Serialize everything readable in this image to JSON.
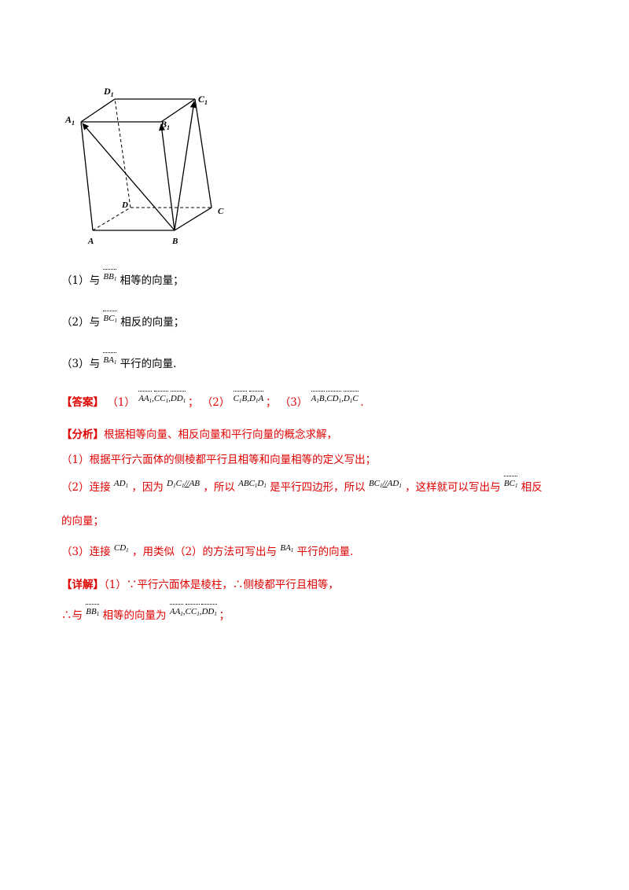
{
  "figure": {
    "labels": {
      "A": "A",
      "B": "B",
      "C": "C",
      "D": "D",
      "A1": "A",
      "B1": "B",
      "C1": "C",
      "D1": "D",
      "sub": "1"
    }
  },
  "questions": {
    "q1": {
      "num": "（1）与",
      "vec": "BB",
      "sub": "1",
      "text": "相等的向量；"
    },
    "q2": {
      "num": "（2）与",
      "vec": "BC",
      "sub": "1",
      "text": "相反的向量；"
    },
    "q3": {
      "num": "（3）与",
      "vec": "BA",
      "sub": "1",
      "text": "平行的向量."
    }
  },
  "answer": {
    "tag": "【答案】",
    "p1": "（1）",
    "a1": [
      "AA",
      "CC",
      "DD"
    ],
    "sep": "；",
    "p2": "（2）",
    "a2": [
      "C",
      "B",
      "D",
      "A"
    ],
    "p3": "（3）",
    "a3": [
      "A",
      "B",
      "CD",
      "D",
      "C"
    ],
    "end": "."
  },
  "analysis": {
    "tag": "【分析】",
    "line0": "根据相等向量、相反向量和平行向量的概念求解，",
    "line1": "（1）根据平行六面体的侧棱都平行且相等和向量相等的定义写出；",
    "line2a": "（2）连接",
    "line2b": "，因为",
    "line2c": "，所以",
    "line2d": "是平行四边形，所以",
    "line2e": "，这样就可以写出与",
    "line2f": "相反",
    "line3": "的向量；",
    "line4a": "（3）连接",
    "line4b": "，用类似（2）的方法可写出与",
    "line4c": "平行的向量."
  },
  "detail": {
    "tag": "【详解】",
    "line0": "（1）∵平行六面体是棱柱，∴侧棱都平行且相等，",
    "line1a": "∴与",
    "line1b": "相等的向量为",
    "line1c": "；"
  }
}
